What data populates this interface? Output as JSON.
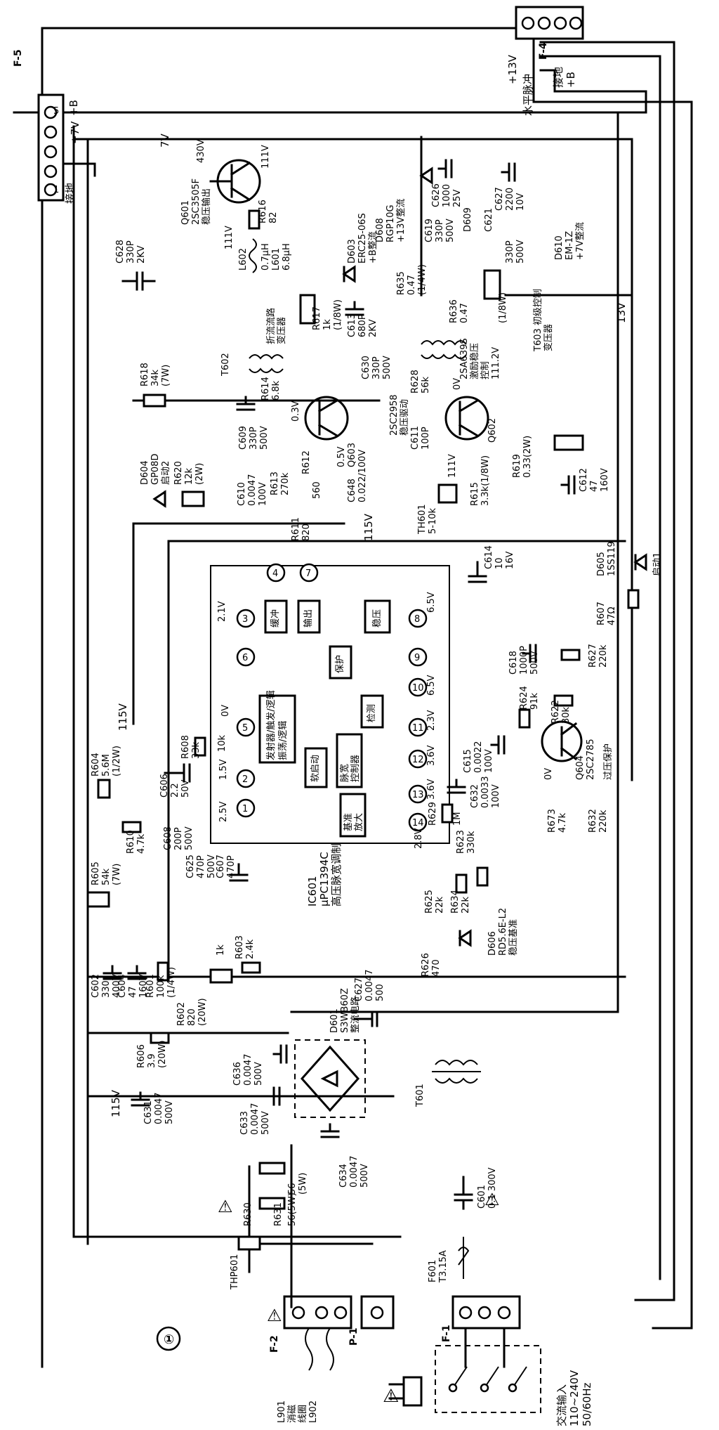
{
  "figure_number": "①",
  "labels": {
    "f5": "F-5",
    "f4": "F-4",
    "f2": "F-2",
    "f1": "F-1",
    "p1": "P-1",
    "gnd": "接地",
    "plus7": "+7V",
    "plusB": "+B",
    "plus13": "+13V",
    "hpulse": "水平脉冲",
    "gnd2": "接地",
    "plusB2": "+B",
    "v7": "7V",
    "v13": "13V",
    "v115a": "115V",
    "v115b": "115V",
    "v115c": "115V",
    "q601": "Q601",
    "q601a": "2SC3505F",
    "q601b": "稳压输出",
    "q601v1": "430V",
    "q601v2": "111V",
    "q601v3": "111V",
    "r616": "R616",
    "r616v": "82",
    "c628": "C628",
    "c628a": "330P",
    "c628b": "2KV",
    "l602": "L602",
    "l602v": "0.7μH",
    "l601": "L601",
    "l601v": "6.8μH",
    "d603": "D603",
    "d603a": "ERC25-06S",
    "d603b": "+B整流",
    "r617": "R617",
    "r617a": "1k",
    "r617b": "(1/8W)",
    "c613": "C613",
    "c613a": "680P",
    "c613b": "2KV",
    "t602": "T602",
    "t602a": "折流流路",
    "t602b": "变压器",
    "d608": "D608",
    "d608a": "RGP10G",
    "d608b": "+13V整流",
    "c626": "C626",
    "c626a": "1000",
    "c626b": "25V",
    "c619": "C619",
    "c619a": "330P",
    "c619b": "500V",
    "d609": "D609",
    "c621": "C621",
    "c627": "C627",
    "c627a": "2200",
    "c627b": "10V",
    "r635": "R635",
    "r635a": "0.47",
    "r635b": "(1/4W)",
    "r636": "R636",
    "r636a": "0.47",
    "r636b": "(1/8W)",
    "c6b": "330P",
    "c6c": "500V",
    "d610": "D610",
    "d610a": "EM-1Z",
    "d610b": "+7V整流",
    "t603": "T603 初级控制",
    "t603b": "变压器",
    "r618": "R618",
    "r618a": "34k",
    "r618b": "(7W)",
    "c609": "C609",
    "c609a": "330P",
    "c609b": "500V",
    "r614": "R614",
    "r614v": "6.8k",
    "c630": "C630",
    "c630a": "330P",
    "c630b": "500V",
    "q603": "2SC2958",
    "q603b": "稳压驱动",
    "q603c": "Q603",
    "v03": "0.3V",
    "v05": "0.5V",
    "d604": "D604",
    "d604a": "GP08D",
    "d604b": "启动2",
    "r620": "R620",
    "r620a": "12k",
    "r620b": "(2W)",
    "c610": "C610",
    "c610a": "0.0047",
    "c610b": "100V",
    "r613": "R613",
    "r613v": "270k",
    "r612": "R612",
    "r612v": "560",
    "c648": "C648",
    "c648v": "0.022/100V",
    "r611": "R611",
    "r611v": "820",
    "r628": "R628",
    "r628v": "56k",
    "c611": "C611",
    "c611v": "100P",
    "q602": "2SA639S",
    "q602b": "激励稳压",
    "q602c": "控制",
    "q602d": "111.2V",
    "q602e": "Q602",
    "v0": "0V",
    "th601": "TH601",
    "th601v": "5-10k",
    "v111": "111V",
    "r615": "R615",
    "r615v": "3.3k(1/8W)",
    "r619": "R619",
    "r619v": "0.33(2W)",
    "c612": "C612",
    "c612a": "47",
    "c612b": "160V",
    "c614": "C614",
    "c614a": "10",
    "c614b": "16V",
    "d605": "D605",
    "d605a": "1SS119",
    "d605b": "启动1",
    "r607": "R607",
    "r607v": "47Ω",
    "r627": "R627",
    "r627v": "220k",
    "c618": "C618",
    "c618a": "1000P",
    "c618b": "500V",
    "v21": "2.1V",
    "v65": "6.5V",
    "v65b": "6.5V",
    "v23": "2.3V",
    "v36a": "3.6V",
    "v36b": "3.6V",
    "v28": "2.8V",
    "v25": "2.5V",
    "v15": "1.5V",
    "v0b": "0V",
    "blk_buffer": "缓冲",
    "blk_output": "输出",
    "blk_regulator": "稳压",
    "blk_protect": "保护",
    "blk_osc": "发射器/触发/逻辑",
    "blk_osc2": "振荡/逻辑",
    "blk_start": "软启动",
    "blk_pwm": "脉宽",
    "blk_pwm2": "控制器",
    "blk_det": "检测",
    "blk_amp": "基准",
    "blk_amp2": "放大",
    "r608": "R608",
    "r608v": "33k",
    "r609v": "10k",
    "c606": "C606",
    "c606a": "2.2",
    "c606b": "50V",
    "c608": "C608",
    "c608a": "200P",
    "c608b": "500V",
    "c625": "C625",
    "c625a": "470P",
    "c625b": "500V",
    "c607": "C607",
    "c607v": "470P",
    "r604": "R604",
    "r604a": "5.6M",
    "r604b": "(1/2W)",
    "r610": "R610",
    "r610v": "4.7k",
    "r605": "R605",
    "r605a": "54k",
    "r605b": "(7W)",
    "ic601": "IC601",
    "ic601a": "μPC1394C",
    "ic601b": "高压脉宽调制",
    "c615": "C615",
    "c615a": "0.0022",
    "c615b": "100V",
    "c632": "C632",
    "c632a": "0.0033",
    "c632b": "100V",
    "r623": "R623",
    "r623v": "330k",
    "r629": "R629",
    "r629v": "1M",
    "r624": "R624",
    "r624v": "91k",
    "r622": "R622",
    "r622v": "30k",
    "q604": "Q604",
    "q604a": "2SC2785",
    "q604b": "过压保护",
    "r673": "R673",
    "r673v": "4.7k",
    "r632": "R632",
    "r632v": "220k",
    "r625": "R625",
    "r625v": "22k",
    "r634": "R634",
    "r634v": "22k",
    "r626": "R626",
    "r626v": "470",
    "d606": "D606",
    "d606a": "RD5.6E-L2",
    "d606b": "稳压基准",
    "c602": "C602",
    "c602a": "330",
    "c602b": "400V",
    "c604": "C604",
    "c604a": "47",
    "c604b": "160V",
    "r601": "R601",
    "r601a": "100k",
    "r601b": "(1/4W)",
    "r602": "R602",
    "r602a": "820",
    "r602b": "(20W)",
    "r601k": "1k",
    "r603": "R603",
    "r603v": "2.4k",
    "d601": "D601",
    "d601a": "S3WB60Z",
    "d601b": "整流电路",
    "c627z": "C627",
    "c627za": "0.0047",
    "c627zb": "500",
    "c636": "C636",
    "c636a": "0.0047",
    "c636b": "500V",
    "c633": "C633",
    "c633a": "0.0047",
    "c633b": "500V",
    "c634": "C634",
    "c634a": "0.0047",
    "c634b": "500V",
    "r606": "R606",
    "r606a": "3.9",
    "r606b": "(20W)",
    "c631": "C631",
    "c631a": "0.0047",
    "c631b": "500V",
    "t601": "T601",
    "c601": "C601",
    "c601v": "0.1 300V",
    "r630": "R630",
    "r630v": "56(5W)",
    "r631": "R631",
    "r631a": "56",
    "r631b": "(5W)",
    "thp601": "THP601",
    "f601": "F601",
    "f601v": "T3.15A",
    "l901": "L901",
    "l901a": "消磁",
    "l901b": "线圈",
    "l902": "L902",
    "ac_in": "交流输入",
    "ac_v": "110~240V",
    "ac_f": "50/60Hz",
    "warn": "⚠"
  }
}
